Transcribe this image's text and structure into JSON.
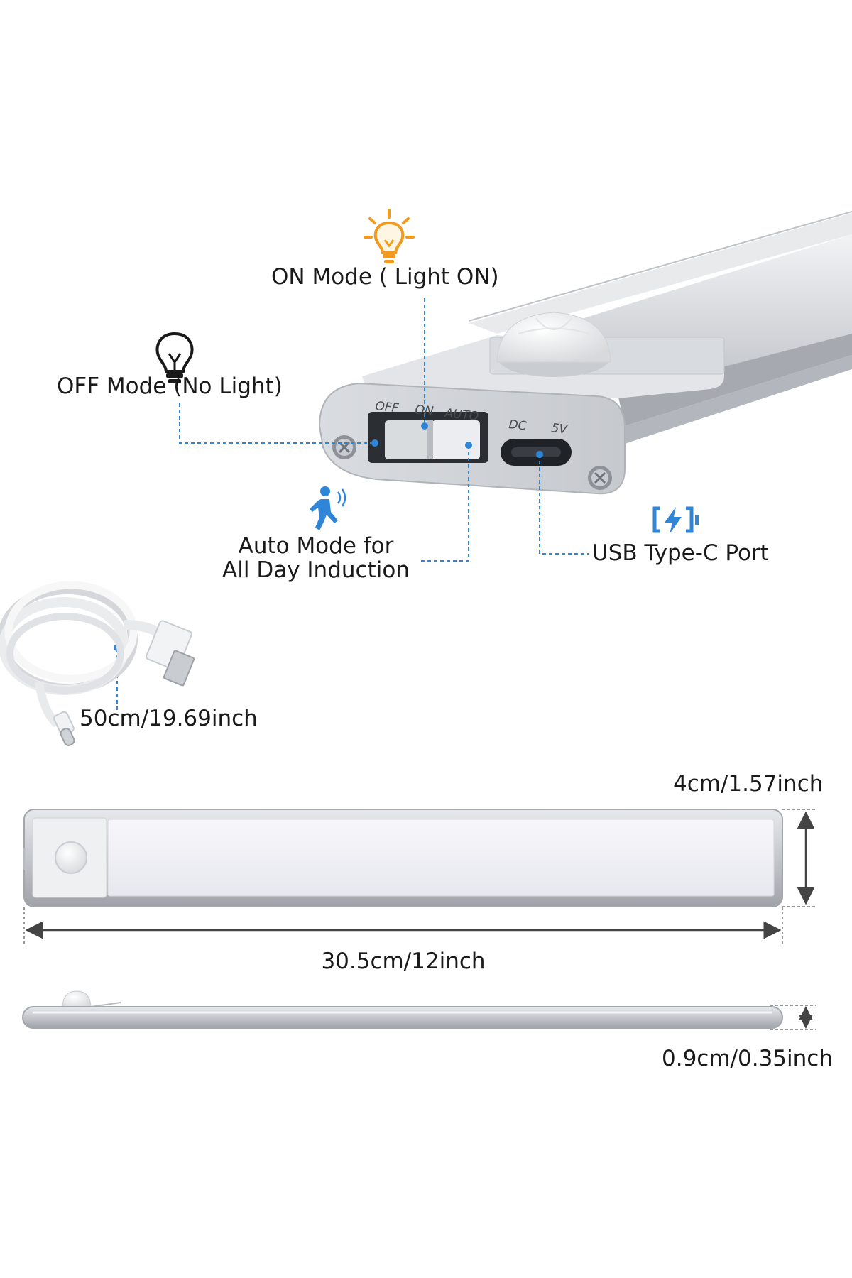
{
  "device_markings": {
    "switch_off": "OFF",
    "switch_on": "ON",
    "switch_auto": "AUTO",
    "port_dc": "DC",
    "port_5v": "5V"
  },
  "callouts": {
    "on_mode": "ON Mode ( Light ON)",
    "off_mode": "OFF Mode (No Light)",
    "auto_mode_line1": "Auto Mode for",
    "auto_mode_line2": "All Day Induction",
    "usb_port": "USB Type-C Port",
    "cable_length": "50cm/19.69inch"
  },
  "dimensions": {
    "width": "4cm/1.57inch",
    "length": "30.5cm/12inch",
    "thickness": "0.9cm/0.35inch"
  },
  "icons": {
    "on_mode": "lit-bulb-icon",
    "off_mode": "unlit-bulb-icon",
    "auto_mode": "walking-person-motion-icon",
    "usb_port": "charging-port-icon"
  },
  "colors": {
    "accent_blue": "#2f86d8",
    "bulb_orange": "#f39a1e",
    "housing_silver": "#c9ccd1"
  }
}
